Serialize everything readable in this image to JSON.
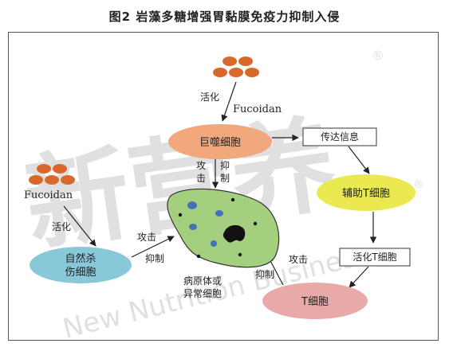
{
  "title": "图2 岩藻多糖增强胃黏膜免疫力抑制入侵",
  "watermark": {
    "chinese": "新营养",
    "english": "New Nutrition Business",
    "mark": "®"
  },
  "labels": {
    "activate_top": "活化",
    "fucoidan_top": "Fucoidan",
    "macrophage": "巨噬细胞",
    "transmit": "传达信息",
    "attack_1": "攻",
    "attack_2": "击",
    "inhibit_1": "抑",
    "inhibit_2": "制",
    "helper_t": "辅助T细胞",
    "fucoidan_left": "Fucoidan",
    "activate_left": "活化",
    "nk_line1": "自然杀",
    "nk_line2": "伤细胞",
    "attack_nk": "攻击",
    "inhibit_nk": "抑制",
    "pathogen_line1": "病原体或",
    "pathogen_line2": "异常细胞",
    "activate_t": "活化T细胞",
    "attack_t": "攻击",
    "inhibit_t": "抑制",
    "t_cell": "T细胞"
  },
  "colors": {
    "dots": "#d9692a",
    "macrophage": "#f0a87c",
    "helper": "#eaea50",
    "nk": "#88c8d8",
    "tcell": "#e8aaa8",
    "pathogen": "#a4cf7e"
  }
}
